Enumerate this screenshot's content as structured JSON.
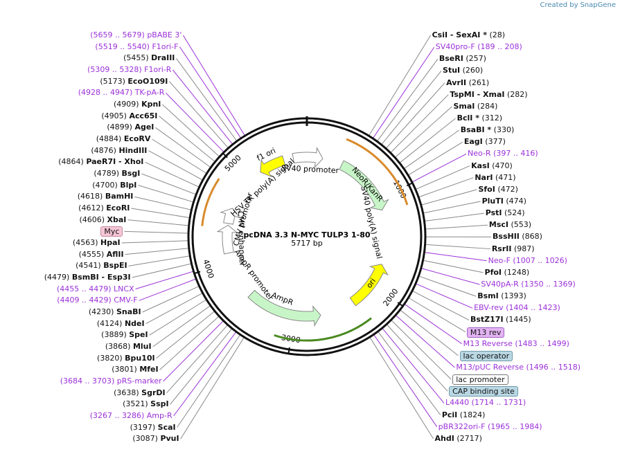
{
  "brand": {
    "created_by": "Created by",
    "app": "SnapGene"
  },
  "plasmid": {
    "name": "pcDNA 3.3 N-MYC TULP3 1-80",
    "length": "5717 bp"
  },
  "ticks": [
    "1000",
    "2000",
    "3000",
    "4000",
    "5000"
  ],
  "features": {
    "f1ori": "f1 ori",
    "sv40promoter": "SV40 promoter",
    "neokan": "NeoR/KanR",
    "sv40polyA": "SV40 poly(A) signal",
    "ori": "ori",
    "ampR": "AmpR",
    "ampRpromoter": "AmpR promoter",
    "cmvEnhancer": "CMV enhancer",
    "cmvPromoter": "CMV promoter",
    "hsvTk": "HSV TK poly(A) signal"
  },
  "labels_left": [
    {
      "pos": "(5659 .. 5679)",
      "name": "pBABE 3'",
      "purple": true
    },
    {
      "pos": "(5519 .. 5540)",
      "name": "F1ori-F",
      "purple": true
    },
    {
      "pos": "(5455)",
      "name": "DraIII"
    },
    {
      "pos": "(5309 .. 5328)",
      "name": "F1ori-R",
      "purple": true
    },
    {
      "pos": "(5173)",
      "name": "EcoO109I"
    },
    {
      "pos": "(4928 .. 4947)",
      "name": "TK-pA-R",
      "purple": true
    },
    {
      "pos": "(4909)",
      "name": "KpnI"
    },
    {
      "pos": "(4905)",
      "name": "Acc65I"
    },
    {
      "pos": "(4899)",
      "name": "AgeI"
    },
    {
      "pos": "(4884)",
      "name": "EcoRV"
    },
    {
      "pos": "(4876)",
      "name": "HindIII"
    },
    {
      "pos": "(4864)",
      "name": "PaeR7I - XhoI"
    },
    {
      "pos": "(4789)",
      "name": "BsgI"
    },
    {
      "pos": "(4700)",
      "name": "BlpI"
    },
    {
      "pos": "(4618)",
      "name": "BamHI"
    },
    {
      "pos": "(4612)",
      "name": "EcoRI"
    },
    {
      "pos": "(4606)",
      "name": "XbaI"
    },
    {
      "pos": "",
      "name": "Myc",
      "box": "pink"
    },
    {
      "pos": "(4563)",
      "name": "HpaI"
    },
    {
      "pos": "(4555)",
      "name": "AflII"
    },
    {
      "pos": "(4541)",
      "name": "BspEI"
    },
    {
      "pos": "(4479)",
      "name": "BsmBI - Esp3I"
    },
    {
      "pos": "(4455 .. 4479)",
      "name": "LNCX",
      "purple": true
    },
    {
      "pos": "(4409 .. 4429)",
      "name": "CMV-F",
      "purple": true
    },
    {
      "pos": "(4230)",
      "name": "SnaBI"
    },
    {
      "pos": "(4124)",
      "name": "NdeI"
    },
    {
      "pos": "(3889)",
      "name": "SpeI"
    },
    {
      "pos": "(3868)",
      "name": "MluI"
    },
    {
      "pos": "(3820)",
      "name": "Bpu10I"
    },
    {
      "pos": "(3801)",
      "name": "MfeI"
    },
    {
      "pos": "(3684 .. 3703)",
      "name": "pRS-marker",
      "purple": true
    },
    {
      "pos": "(3638)",
      "name": "SgrDI"
    },
    {
      "pos": "(3521)",
      "name": "SspI"
    },
    {
      "pos": "(3267 .. 3286)",
      "name": "Amp-R",
      "purple": true
    },
    {
      "pos": "(3197)",
      "name": "ScaI"
    },
    {
      "pos": "(3087)",
      "name": "PvuI"
    }
  ],
  "labels_right": [
    {
      "name": "CsiI - SexAI *",
      "pos": "(28)"
    },
    {
      "name": "SV40pro-F",
      "pos": "(189 .. 208)",
      "purple": true
    },
    {
      "name": "BseRI",
      "pos": "(257)"
    },
    {
      "name": "StuI",
      "pos": "(260)"
    },
    {
      "name": "AvrII",
      "pos": "(261)"
    },
    {
      "name": "TspMI - XmaI",
      "pos": "(282)"
    },
    {
      "name": "SmaI",
      "pos": "(284)"
    },
    {
      "name": "BclI *",
      "pos": "(312)"
    },
    {
      "name": "BsaBI *",
      "pos": "(330)"
    },
    {
      "name": "EagI",
      "pos": "(377)"
    },
    {
      "name": "Neo-R",
      "pos": "(397 .. 416)",
      "purple": true
    },
    {
      "name": "KasI",
      "pos": "(470)"
    },
    {
      "name": "NarI",
      "pos": "(471)"
    },
    {
      "name": "SfoI",
      "pos": "(472)"
    },
    {
      "name": "PluTI",
      "pos": "(474)"
    },
    {
      "name": "PstI",
      "pos": "(524)"
    },
    {
      "name": "MscI",
      "pos": "(553)"
    },
    {
      "name": "BssHII",
      "pos": "(868)"
    },
    {
      "name": "RsrII",
      "pos": "(987)"
    },
    {
      "name": "Neo-F",
      "pos": "(1007 .. 1026)",
      "purple": true
    },
    {
      "name": "PfoI",
      "pos": "(1248)"
    },
    {
      "name": "SV40pA-R",
      "pos": "(1350 .. 1369)",
      "purple": true
    },
    {
      "name": "BsmI",
      "pos": "(1393)"
    },
    {
      "name": "EBV-rev",
      "pos": "(1404 .. 1423)",
      "purple": true
    },
    {
      "name": "BstZ17I",
      "pos": "(1445)"
    },
    {
      "name": "M13 rev",
      "pos": "",
      "box": "lav"
    },
    {
      "name": "M13 Reverse",
      "pos": "(1483 .. 1499)",
      "purple": true
    },
    {
      "name": "lac operator",
      "pos": "",
      "box": "blue"
    },
    {
      "name": "M13/pUC Reverse",
      "pos": "(1496 .. 1518)",
      "purple": true
    },
    {
      "name": "lac promoter",
      "pos": "",
      "box": "white"
    },
    {
      "name": "CAP binding site",
      "pos": "",
      "box": "blue"
    },
    {
      "name": "L4440",
      "pos": "(1714 .. 1731)",
      "purple": true
    },
    {
      "name": "PciI",
      "pos": "(1824)"
    },
    {
      "name": "pBR322ori-F",
      "pos": "(1965 .. 1984)",
      "purple": true
    },
    {
      "name": "AhdI",
      "pos": "(2717)"
    }
  ],
  "colors": {
    "purple": "#9b30d9",
    "yellow": "#ffff00",
    "green": "#c8f5c8",
    "orange": "#e8a040"
  }
}
